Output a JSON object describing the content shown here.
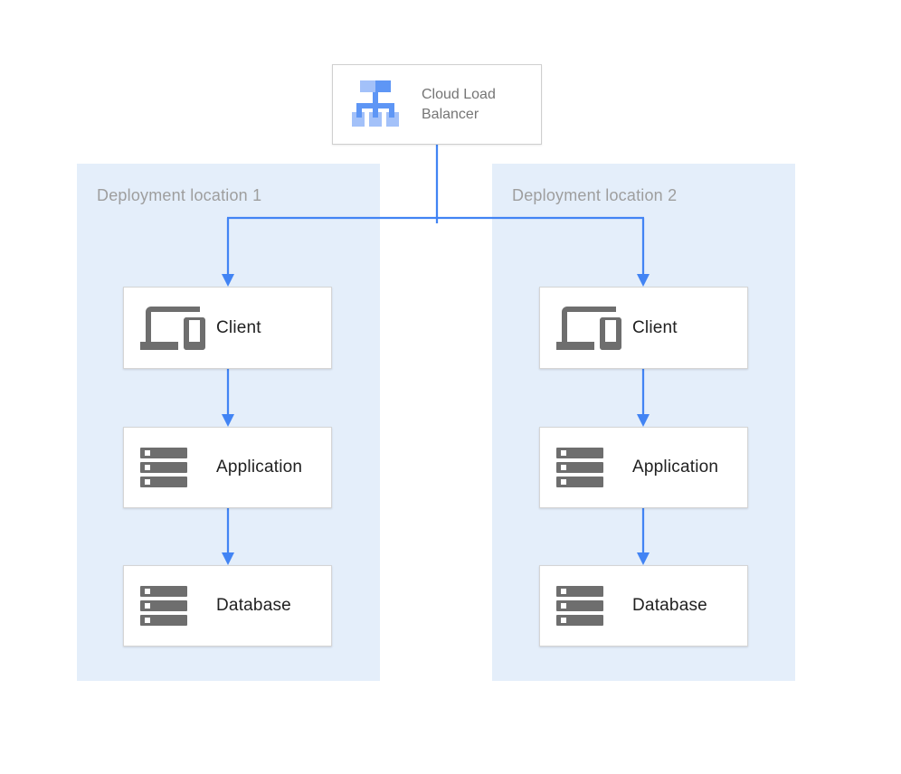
{
  "load_balancer": {
    "label": "Cloud Load Balancer",
    "icon": "load-balancer-icon"
  },
  "locations": [
    {
      "label": "Deployment location 1",
      "nodes": [
        {
          "id": "client-1",
          "label": "Client",
          "icon": "devices-icon"
        },
        {
          "id": "application-1",
          "label": "Application",
          "icon": "server-stack-icon"
        },
        {
          "id": "database-1",
          "label": "Database",
          "icon": "server-stack-icon"
        }
      ]
    },
    {
      "label": "Deployment location 2",
      "nodes": [
        {
          "id": "client-2",
          "label": "Client",
          "icon": "devices-icon"
        },
        {
          "id": "application-2",
          "label": "Application",
          "icon": "server-stack-icon"
        },
        {
          "id": "database-2",
          "label": "Database",
          "icon": "server-stack-icon"
        }
      ]
    }
  ],
  "edges": [
    {
      "from": "cloud-load-balancer",
      "to": "client-1"
    },
    {
      "from": "cloud-load-balancer",
      "to": "client-2"
    },
    {
      "from": "client-1",
      "to": "application-1"
    },
    {
      "from": "application-1",
      "to": "database-1"
    },
    {
      "from": "client-2",
      "to": "application-2"
    },
    {
      "from": "application-2",
      "to": "database-2"
    }
  ],
  "colors": {
    "arrow": "#4284f4",
    "panel_background": "#e4eefa",
    "node_border": "#d5d5d5",
    "node_text": "#212121",
    "panel_label_text": "#9e9e9e",
    "load_balancer_text": "#757575",
    "icon_gray": "#6e6e6e",
    "icon_blue_light": "#a3c1f9",
    "icon_blue_mid": "#5e96f5"
  }
}
